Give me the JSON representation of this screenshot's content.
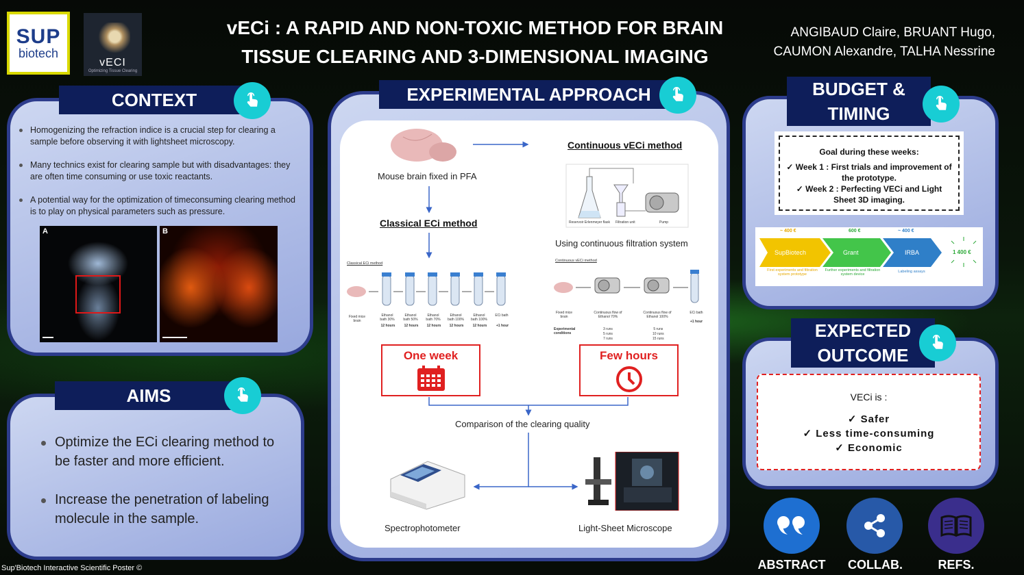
{
  "logos": {
    "supbiotech_line1": "SUP",
    "supbiotech_line2": "biotech",
    "veci_name": "vECI",
    "veci_tagline": "Optimizing Tissue Clearing"
  },
  "title_line1": "vECi : A RAPID AND NON-TOXIC METHOD FOR BRAIN",
  "title_line2": "TISSUE CLEARING AND 3-DIMENSIONAL IMAGING",
  "authors_line1": "ANGIBAUD Claire, BRUANT Hugo,",
  "authors_line2": "CAUMON Alexandre, TALHA Nessrine",
  "context": {
    "header": "CONTEXT",
    "bullets": [
      "Homogenizing the refraction indice is a crucial step for clearing a sample before observing it with lightsheet microscopy.",
      "Many technics exist for clearing sample but with disadvantages: they are often time consuming or use toxic reactants.",
      "A potential way for the optimization of timeconsuming clearing method is to play on physical parameters such as pressure."
    ],
    "image_a_label": "A",
    "image_b_label": "B"
  },
  "aims": {
    "header": "AIMS",
    "bullets": [
      "Optimize the ECi clearing method to be faster and more efficient.",
      "Increase the penetration of labeling molecule in the sample."
    ]
  },
  "experimental": {
    "header": "EXPERIMENTAL APPROACH",
    "mouse_brain": "Mouse brain fixed in PFA",
    "classical_title": "Classical ECi method",
    "continuous_title": "Continuous vECi method",
    "filtration_text": "Using continuous filtration system",
    "filtration_labels": [
      "Reservoir Erlenmeyer flask",
      "Filtration unit",
      "Pump"
    ],
    "classical_small_title": "Classical ECi method",
    "classical_steps": [
      {
        "label": "Fixed mice brain",
        "time": ""
      },
      {
        "label": "Ethanol bath 30%",
        "time": "12 hours"
      },
      {
        "label": "Ethanol bath 50%",
        "time": "12 hours"
      },
      {
        "label": "Ethanol bath 70%",
        "time": "12 hours"
      },
      {
        "label": "Ethanol bath 100%",
        "time": "12 hours"
      },
      {
        "label": "Ethanol bath 100%",
        "time": "12 hours"
      },
      {
        "label": "ECi bath",
        "time": "+1 hour"
      }
    ],
    "continuous_small_title": "Continuous vECi method",
    "continuous_steps": [
      {
        "label": "Fixed mice brain"
      },
      {
        "label": "Continuous flow of Ethanol 70%"
      },
      {
        "label": "Continuous flow of Ethanol 100%"
      },
      {
        "label": "ECi bath",
        "time": "+1 hour"
      }
    ],
    "conditions_label": "Experimental conditions",
    "conditions_col1": [
      "3 runs",
      "5 runs",
      "7 runs"
    ],
    "conditions_col2": [
      "5 runs",
      "10 runs",
      "15 runs"
    ],
    "one_week": "One week",
    "few_hours": "Few hours",
    "comparison": "Comparison of the clearing quality",
    "spectro": "Spectrophotometer",
    "lightsheet": "Light-Sheet Microscope"
  },
  "budget": {
    "header_line1": "BUDGET &",
    "header_line2": "TIMING",
    "goal_title": "Goal during these weeks:",
    "week1": "✓ Week 1 : First trials and improvement of the prototype.",
    "week2": "✓ Week 2 : Perfecting VECi and Light Sheet 3D imaging.",
    "items": [
      {
        "amount": "~ 400 €",
        "name": "SupBiotech",
        "note": "First experiments and filtration system prototype",
        "color": "#f2c400"
      },
      {
        "amount": "600 €",
        "name": "Grant",
        "note": "Further experiments and filtration system device",
        "color": "#43c54a"
      },
      {
        "amount": "~ 400 €",
        "name": "IRBA",
        "note": "Labeling assays",
        "color": "#2f7fc8"
      }
    ],
    "total": "1 400 €"
  },
  "outcome": {
    "header_line1": "EXPECTED",
    "header_line2": "OUTCOME",
    "intro": "VECi is :",
    "items": [
      "✓ Safer",
      "✓ Less time-consuming",
      "✓ Economic"
    ]
  },
  "nav": {
    "abstract": "ABSTRACT",
    "collab": "COLLAB.",
    "refs": "REFS."
  },
  "footer": "Sup'Biotech Interactive Scientific Poster ©",
  "colors": {
    "panel_border": "#2d3c8c",
    "header_bg": "#0e1e5a",
    "hand_button": "#18cdd4",
    "accent_red": "#e02020",
    "abstract_circle": "#1e6fd1",
    "collab_circle": "#2759a8",
    "refs_circle": "#3a2e8c"
  }
}
